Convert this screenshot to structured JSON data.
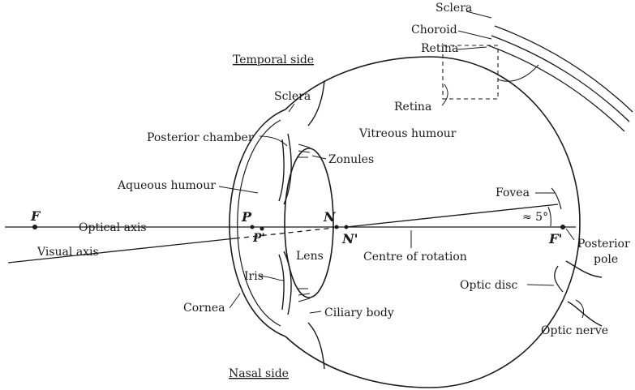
{
  "labels": {
    "temporal_side": "Temporal side",
    "nasal_side": "Nasal side",
    "sclera_top": "Sclera",
    "choroid": "Choroid",
    "retina_top": "Retina",
    "retina": "Retina",
    "sclera": "Sclera",
    "vitreous_humour": "Vitreous humour",
    "posterior_chamber": "Posterior chamber",
    "zonules": "Zonules",
    "aqueous_humour": "Aqueous humour",
    "fovea": "Fovea",
    "angle": "≈ 5°",
    "optical_axis": "Optical axis",
    "visual_axis": "Visual axis",
    "lens": "Lens",
    "iris": "Iris",
    "centre_of_rotation": "Centre of rotation",
    "posterior": "Posterior",
    "pole": "pole",
    "optic_disc": "Optic disc",
    "cornea": "Cornea",
    "ciliary_body": "Ciliary body",
    "optic_nerve": "Optic nerve"
  },
  "points": {
    "F": "F",
    "P": "P",
    "P_prime": "P'",
    "N": "N",
    "N_prime": "N'",
    "F_prime": "F'"
  }
}
